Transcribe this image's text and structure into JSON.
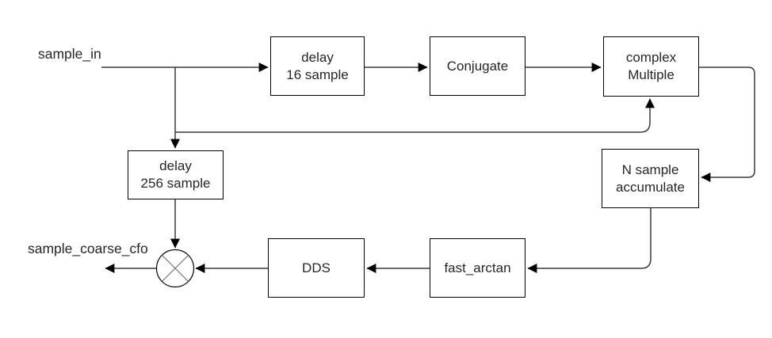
{
  "diagram": {
    "labels": {
      "input": "sample_in",
      "output": "sample_coarse_cfo"
    },
    "blocks": {
      "delay16": {
        "label": "delay\n16 sample"
      },
      "conjugate": {
        "label": "Conjugate"
      },
      "complex_multiple": {
        "label": "complex\nMultiple"
      },
      "n_sample_accumulate": {
        "label": "N sample\naccumulate"
      },
      "delay256": {
        "label": "delay\n256 sample"
      },
      "dds": {
        "label": "DDS"
      },
      "fast_arctan": {
        "label": "fast_arctan"
      }
    },
    "nodes": {
      "multiplier": {
        "symbol": "circled-times-mixer"
      }
    },
    "edges": [
      {
        "from": "sample_in",
        "to": "delay16"
      },
      {
        "from": "delay16",
        "to": "conjugate"
      },
      {
        "from": "conjugate",
        "to": "complex_multiple"
      },
      {
        "from": "sample_in",
        "to": "complex_multiple"
      },
      {
        "from": "sample_in",
        "to": "delay256"
      },
      {
        "from": "complex_multiple",
        "to": "n_sample_accumulate"
      },
      {
        "from": "n_sample_accumulate",
        "to": "fast_arctan"
      },
      {
        "from": "fast_arctan",
        "to": "dds"
      },
      {
        "from": "dds",
        "to": "multiplier"
      },
      {
        "from": "delay256",
        "to": "multiplier"
      },
      {
        "from": "multiplier",
        "to": "sample_coarse_cfo"
      }
    ],
    "colors": {
      "background": "#ffffff",
      "line": "#3b3b3b",
      "box_border": "#000000",
      "text": "#262626",
      "mixer_cross": "#737373"
    }
  }
}
